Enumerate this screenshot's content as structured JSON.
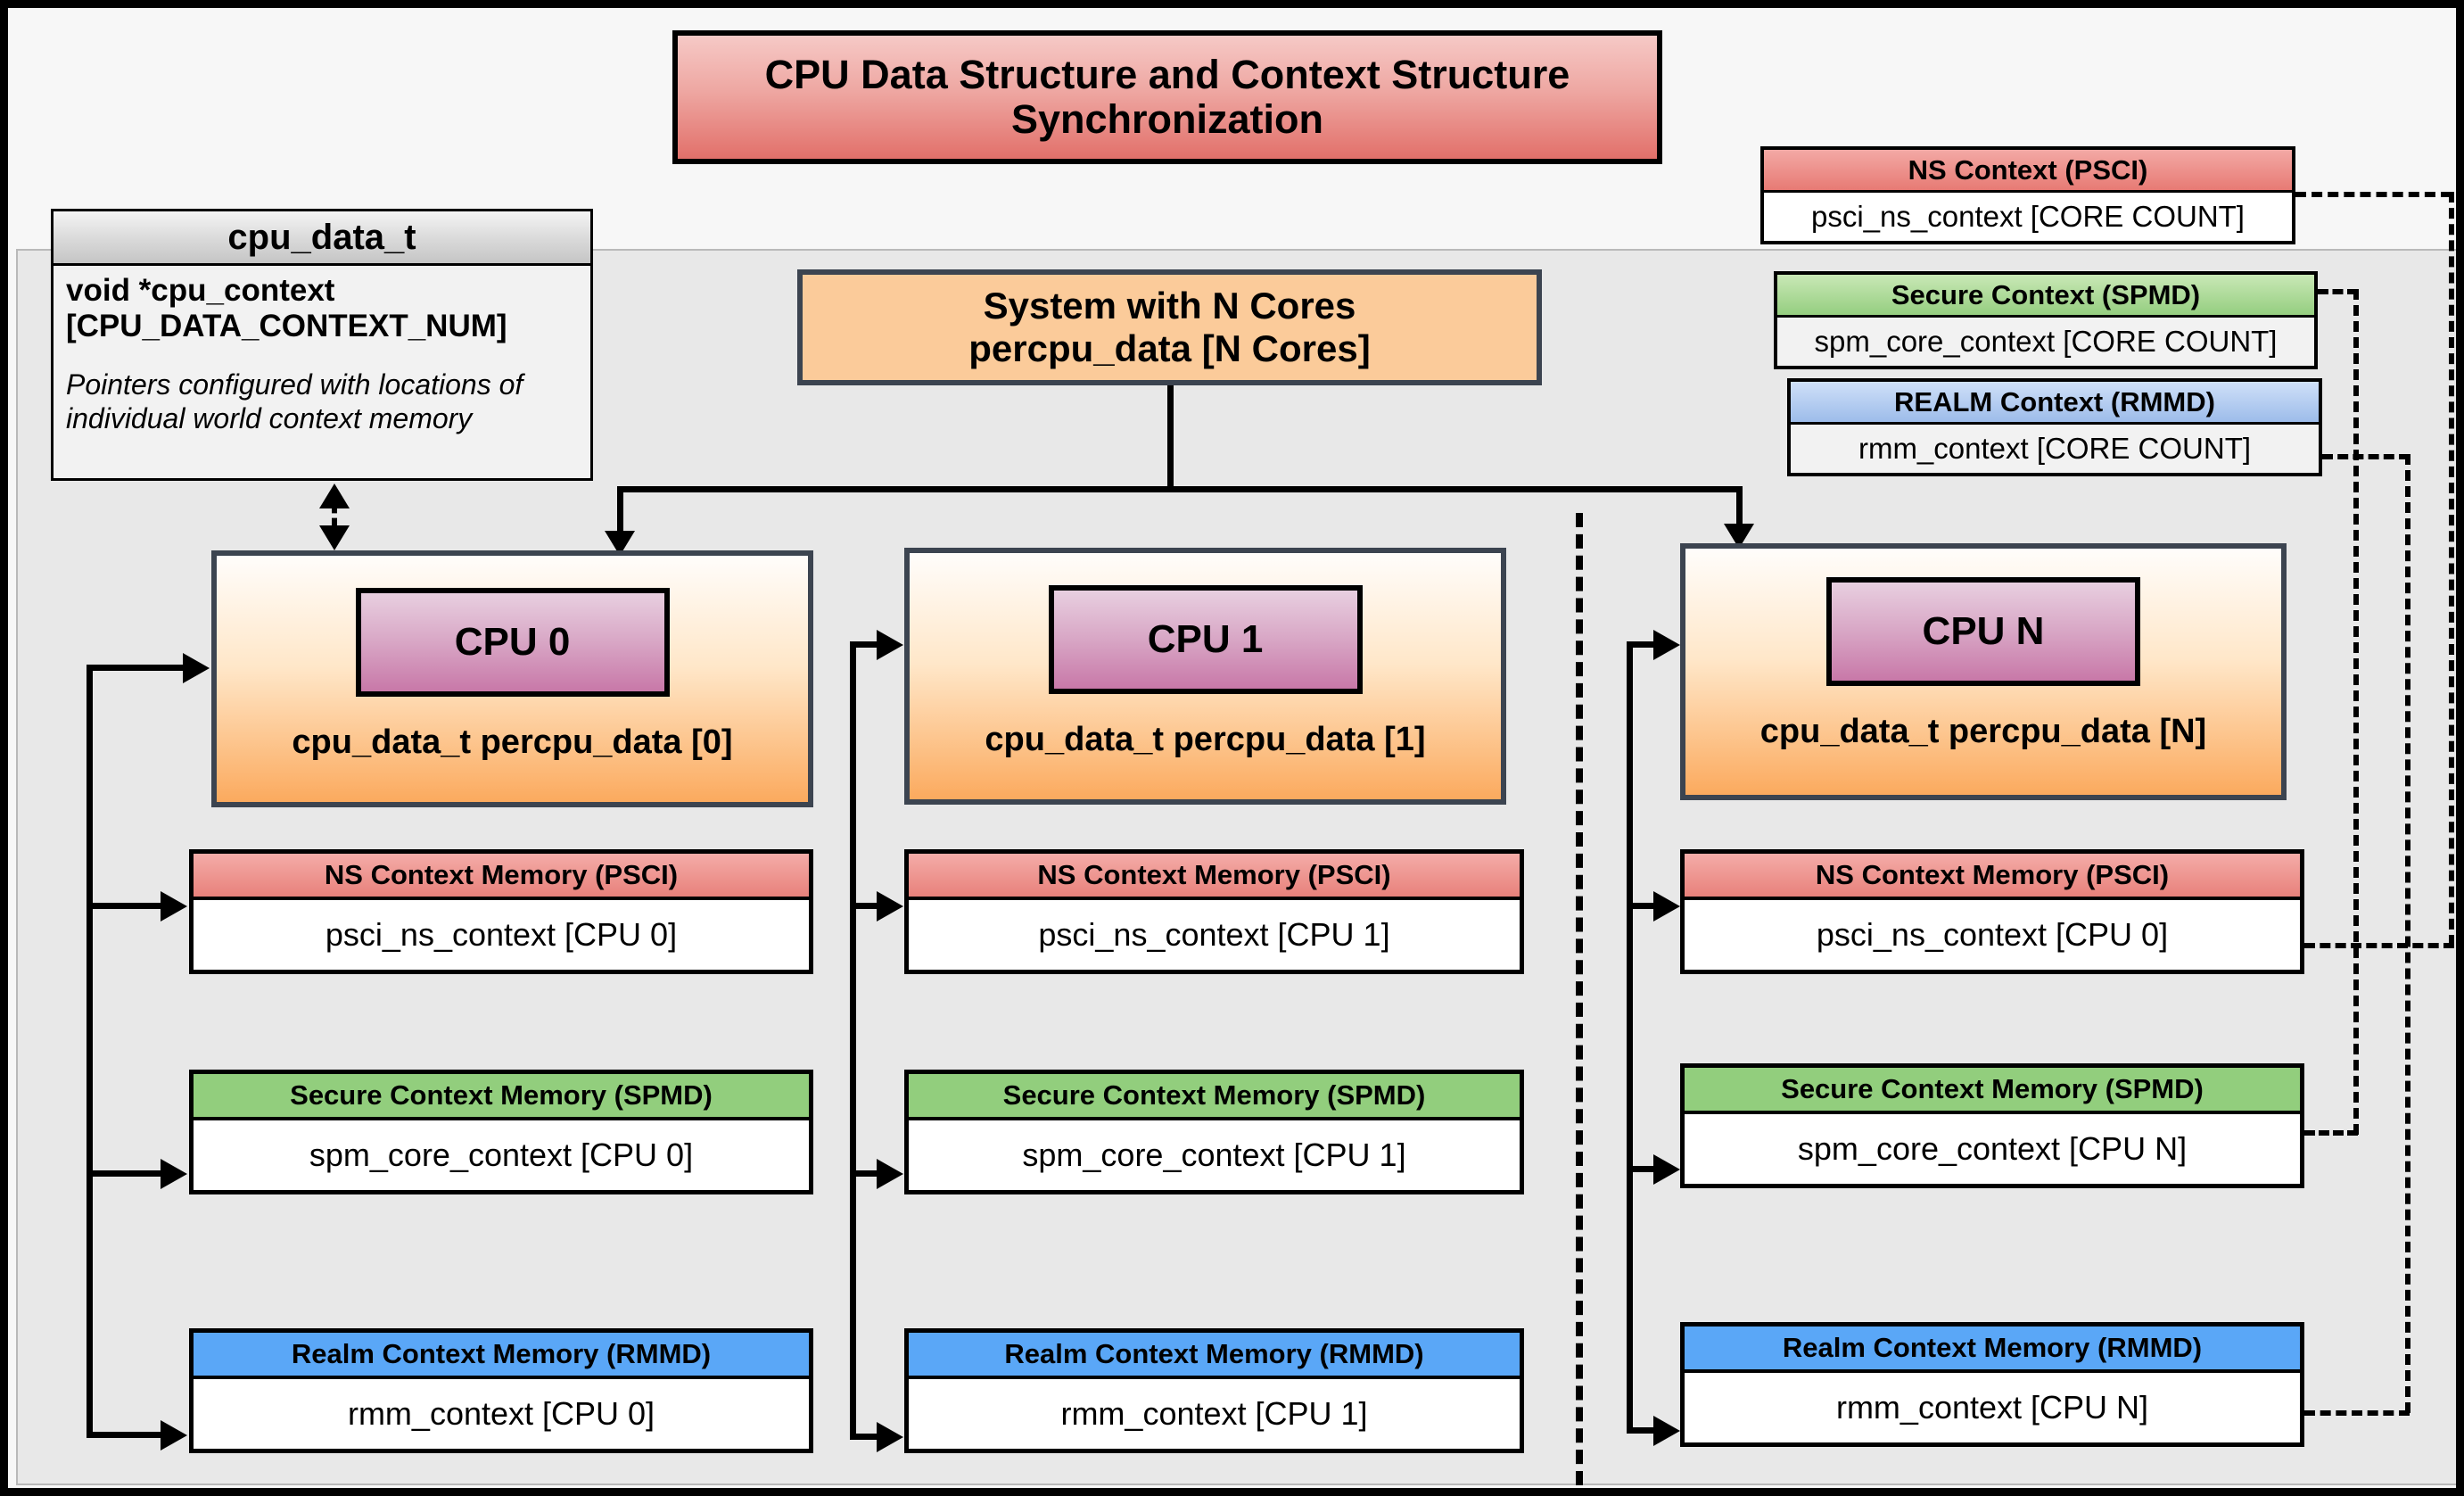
{
  "title": "CPU Data Structure and Context Structure Synchronization",
  "struct": {
    "name": "cpu_data_t",
    "field_line1": "void  *cpu_context",
    "field_line2": "[CPU_DATA_CONTEXT_NUM]",
    "note": "Pointers configured with locations of individual world context memory"
  },
  "system": {
    "line1": "System with N Cores",
    "line2": "percpu_data [N Cores]"
  },
  "legend": [
    {
      "header": "NS Context  (PSCI)",
      "body": "psci_ns_context [CORE COUNT]",
      "color": "#e8817b"
    },
    {
      "header": "Secure Context (SPMD)",
      "body": "spm_core_context [CORE COUNT]",
      "color": "#92ce7d"
    },
    {
      "header": "REALM Context (RMMD)",
      "body": "rmm_context [CORE COUNT]",
      "color": "#9dbcea"
    }
  ],
  "cpus": [
    {
      "chip": "CPU 0",
      "label": "cpu_data_t percpu_data [0]",
      "memories": [
        {
          "header": "NS Context Memory (PSCI)",
          "body": "psci_ns_context [CPU 0]"
        },
        {
          "header": "Secure Context Memory (SPMD)",
          "body": "spm_core_context [CPU 0]"
        },
        {
          "header": "Realm Context Memory (RMMD)",
          "body": "rmm_context [CPU 0]"
        }
      ]
    },
    {
      "chip": "CPU 1",
      "label": "cpu_data_t percpu_data [1]",
      "memories": [
        {
          "header": "NS Context Memory (PSCI)",
          "body": "psci_ns_context [CPU 1]"
        },
        {
          "header": "Secure Context Memory (SPMD)",
          "body": "spm_core_context [CPU 1]"
        },
        {
          "header": "Realm Context Memory (RMMD)",
          "body": "rmm_context [CPU 1]"
        }
      ]
    },
    {
      "chip": "CPU N",
      "label": "cpu_data_t percpu_data [N]",
      "memories": [
        {
          "header": "NS Context Memory (PSCI)",
          "body": "psci_ns_context [CPU 0]"
        },
        {
          "header": "Secure Context Memory (SPMD)",
          "body": "spm_core_context [CPU N]"
        },
        {
          "header": "Realm Context Memory (RMMD)",
          "body": "rmm_context [CPU N]"
        }
      ]
    }
  ],
  "colors": {
    "ns": "#e8817b",
    "secure": "#92ce7d",
    "realm": "#5aa7f7",
    "cpu_chip": "#c878a8",
    "system": "#fbcb9a",
    "panel": "#e8e8e8"
  }
}
